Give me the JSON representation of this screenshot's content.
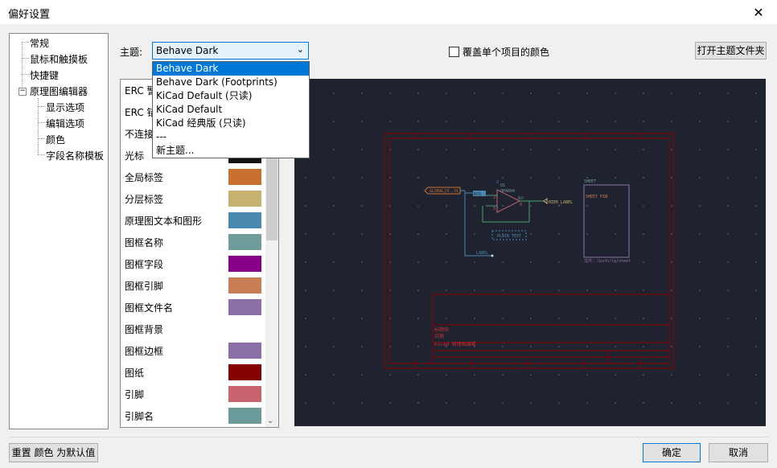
{
  "window": {
    "title": "偏好设置",
    "close_glyph": "✕"
  },
  "tree": {
    "items": [
      {
        "label": "常规"
      },
      {
        "label": "鼠标和触摸板"
      },
      {
        "label": "快捷键"
      },
      {
        "label": "原理图编辑器",
        "expanded": true
      },
      {
        "label": "显示选项"
      },
      {
        "label": "编辑选项"
      },
      {
        "label": "颜色"
      },
      {
        "label": "字段名称模板"
      }
    ],
    "expander_glyph": "−"
  },
  "theme": {
    "label": "主题:",
    "selected": "Behave Dark",
    "chevron": "⌄",
    "options": [
      "Behave Dark",
      "Behave Dark (Footprints)",
      "KiCad Default (只读)",
      "KiCad Default",
      "KiCad 经典版 (只读)",
      "---",
      "新主题..."
    ]
  },
  "override": {
    "label": "覆盖单个项目的颜色",
    "checked": false
  },
  "open_folder_label": "打开主题文件夹",
  "color_items": [
    {
      "label": "ERC 警告",
      "color": "#d09c2a"
    },
    {
      "label": "ERC 错误",
      "color": "#d03030"
    },
    {
      "label": "不连接标记",
      "color": "#4a6fc9"
    },
    {
      "label": "光标",
      "color": "#111111"
    },
    {
      "label": "全局标签",
      "color": "#c8702f"
    },
    {
      "label": "分层标签",
      "color": "#c6b16f"
    },
    {
      "label": "原理图文本和图形",
      "color": "#4a88b0"
    },
    {
      "label": "图框名称",
      "color": "#6f9b9b"
    },
    {
      "label": "图框字段",
      "color": "#870087"
    },
    {
      "label": "图框引脚",
      "color": "#c87d55"
    },
    {
      "label": "图框文件名",
      "color": "#8c6fa6"
    },
    {
      "label": "图框背景",
      "color": "#ffffff"
    },
    {
      "label": "图框边框",
      "color": "#8c6fa6"
    },
    {
      "label": "图纸",
      "color": "#850000"
    },
    {
      "label": "引脚",
      "color": "#c8646e"
    },
    {
      "label": "引脚名",
      "color": "#6a9b9a"
    }
  ],
  "scroll_down_glyph": "⌄",
  "preview": {
    "global_label": "GLOBAL[0..31]",
    "label_bus": "BUS",
    "ref": "U1",
    "value": "OPA604",
    "pin_minus": "2",
    "pin_plus": "3",
    "pin_out": "6",
    "pin_x": "X",
    "out_label": "OUT",
    "hier_label": "HIER_LABEL",
    "plain_text": "PLAIN TEXT",
    "net_label": "LABEL",
    "sheet_name": "SHEET",
    "sheet_pin": "SHEET PIN",
    "sheet_file": "文件: /path/to/sheet",
    "tb_text1": "标题块",
    "tb_text2": "日期",
    "tb_text3": "KiCad 原理图编辑"
  },
  "footer": {
    "reset_label": "重置 颜色 为默认值",
    "ok_label": "确定",
    "cancel_label": "取消"
  }
}
